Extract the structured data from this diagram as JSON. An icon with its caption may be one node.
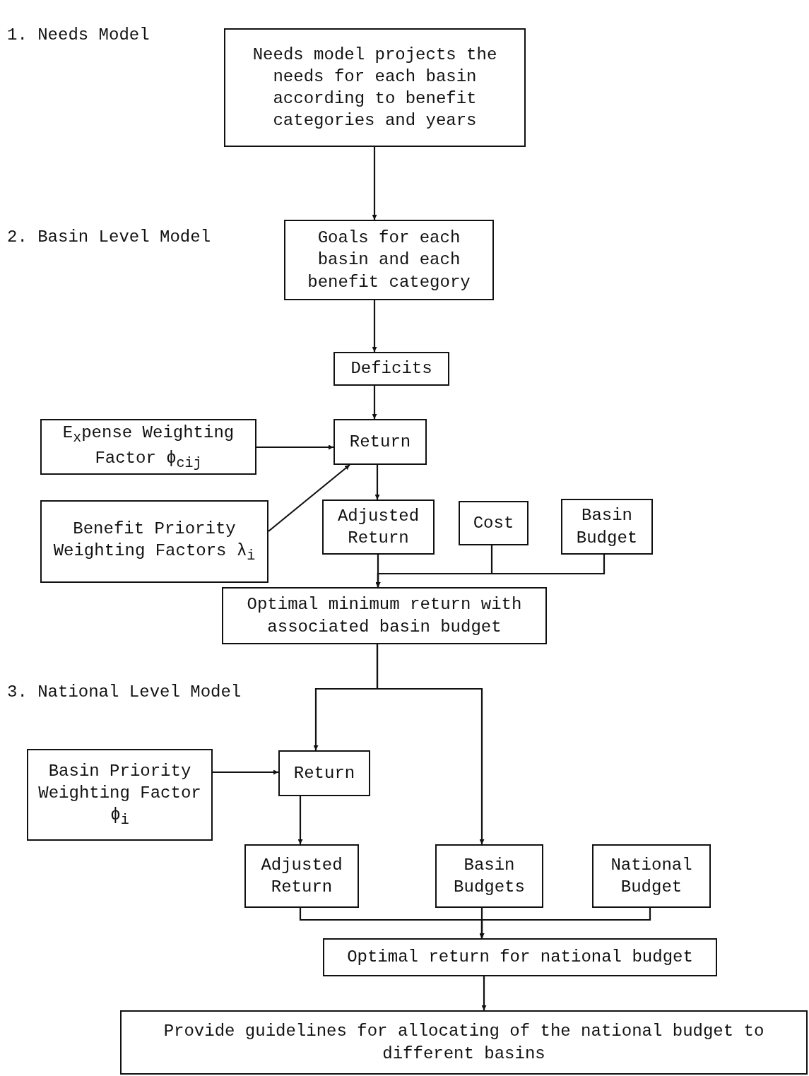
{
  "diagram": {
    "nodes": [
      {
        "text": [
          "Needs model projects the needs for each basin according to benefit categories and years"
        ]
      },
      {
        "text": [
          "Goals for each basin and each benefit category"
        ]
      },
      {
        "text": [
          "Deficits"
        ]
      },
      {
        "text": [
          "E$_{x}$pense Weighting Factor ϕ$_{cij}$"
        ]
      },
      {
        "text": [
          "Return"
        ]
      },
      {
        "text": [
          "Benefit Priority Weighting Factors λ$_{i}$"
        ]
      },
      {
        "text": [
          "Adjusted Return"
        ]
      },
      {
        "text": [
          "Cost"
        ]
      },
      {
        "text": [
          "Basin Budget"
        ]
      },
      {
        "text": [
          "Optimal minimum return with associated basin budget"
        ]
      },
      {
        "text": [
          "Basin Priority Weighting Factor ϕ$_{i}$"
        ]
      },
      {
        "text": [
          "Return"
        ]
      },
      {
        "text": [
          "Adjusted Return"
        ]
      },
      {
        "text": [
          "Basin Budgets"
        ]
      },
      {
        "text": [
          "National Budget"
        ]
      },
      {
        "text": [
          "Optimal return for national budget"
        ]
      },
      {
        "text": [
          "Provide guidelines for allocating of the national budget to different basins"
        ]
      }
    ],
    "edges": [
      {
        "from": 0,
        "to": 1,
        "arrow": "to"
      },
      {
        "from": 1,
        "to": 2,
        "arrow": "to"
      },
      {
        "from": 2,
        "to": 4,
        "arrow": "to"
      },
      {
        "from": 3,
        "to": 4,
        "arrow": "to"
      },
      {
        "from": 5,
        "to": 4,
        "arrow": "to"
      },
      {
        "from": 4,
        "to": 6,
        "arrow": "to"
      },
      {
        "from": 6,
        "to": 9,
        "arrow": "to"
      },
      {
        "from": 7,
        "to": 9,
        "arrow": "to"
      },
      {
        "from": 8,
        "to": 9,
        "arrow": "to"
      },
      {
        "from": 9,
        "to": 11,
        "arrow": "to"
      },
      {
        "from": 9,
        "to": 13,
        "arrow": "to"
      },
      {
        "from": 10,
        "to": 11,
        "arrow": "to"
      },
      {
        "from": 11,
        "to": 12,
        "arrow": "to"
      },
      {
        "from": 12,
        "to": 15,
        "arrow": "to"
      },
      {
        "from": 13,
        "to": 15,
        "arrow": "to"
      },
      {
        "from": 14,
        "to": 15,
        "arrow": "to"
      },
      {
        "from": 15,
        "to": 16,
        "arrow": "to"
      }
    ],
    "labels": [
      "1. Needs Model",
      "2. Basin Level Model",
      "3. National Level Model"
    ]
  }
}
